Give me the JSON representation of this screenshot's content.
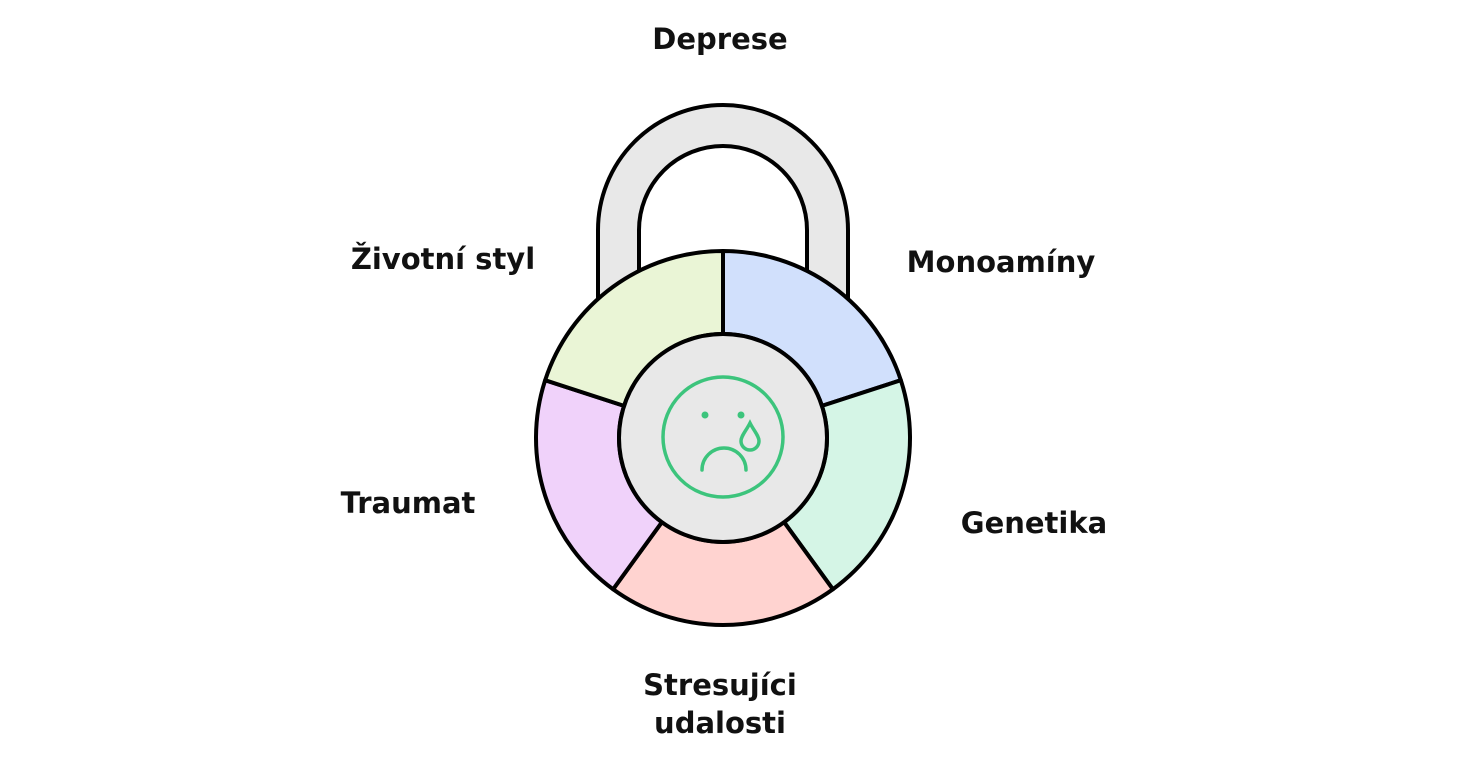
{
  "diagram": {
    "title": "Deprese",
    "factors": [
      {
        "label": "Monoamíny",
        "color": "#d1e0fc"
      },
      {
        "label": "Genetika",
        "color": "#d5f5e6"
      },
      {
        "label": "Stresujíci",
        "label_line2": "udalosti",
        "color": "#ffd3d0"
      },
      {
        "label": "Traumat",
        "color": "#f0d2fa"
      },
      {
        "label": "Životní styl",
        "color": "#eaf5d6"
      }
    ],
    "center_icon": "sad-crying-face-icon",
    "colors": {
      "shackle": "#e8e8e8",
      "center": "#e8e8e8",
      "icon": "#3cc47c",
      "outline": "#000000"
    }
  }
}
